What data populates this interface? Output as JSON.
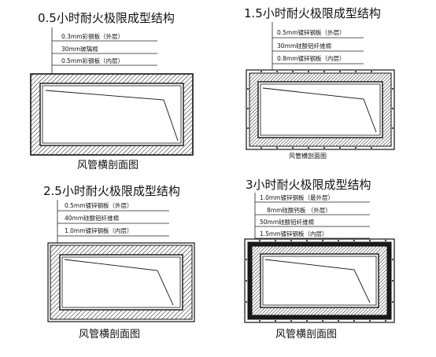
{
  "panels": [
    {
      "title": "0.5小时耐火极限成型结构",
      "layers": [
        "0.3mm彩钢板（外层）",
        "30mm玻璃棉",
        "0.5mm彩钢板（内层）"
      ],
      "caption": "风管横剖面图"
    },
    {
      "title": "1.5小时耐火极限成型结构",
      "layers": [
        "0.5mm镀锌钢板（外层）",
        "30mm硅酸铝纤维棉",
        "0.8mm镀锌钢板（内层）"
      ],
      "caption": "风管横剖面图"
    },
    {
      "title": "2.5小时耐火极限成型结构",
      "layers": [
        "0.5mm镀锌钢板（外层）",
        "40mm硅酸铝纤维棉",
        "1.0mm镀锌钢板（内层）"
      ],
      "caption": "风管横剖面图"
    },
    {
      "title": "3小时耐火极限成型结构",
      "layers": [
        "1.0mm镀锌钢板（最外层）",
        "8mm硅酸钙板 （外层）",
        "50mm硅酸铝纤维棉",
        "1.5mm镀锌钢板（内层）"
      ],
      "caption": "风管横剖面图"
    }
  ]
}
